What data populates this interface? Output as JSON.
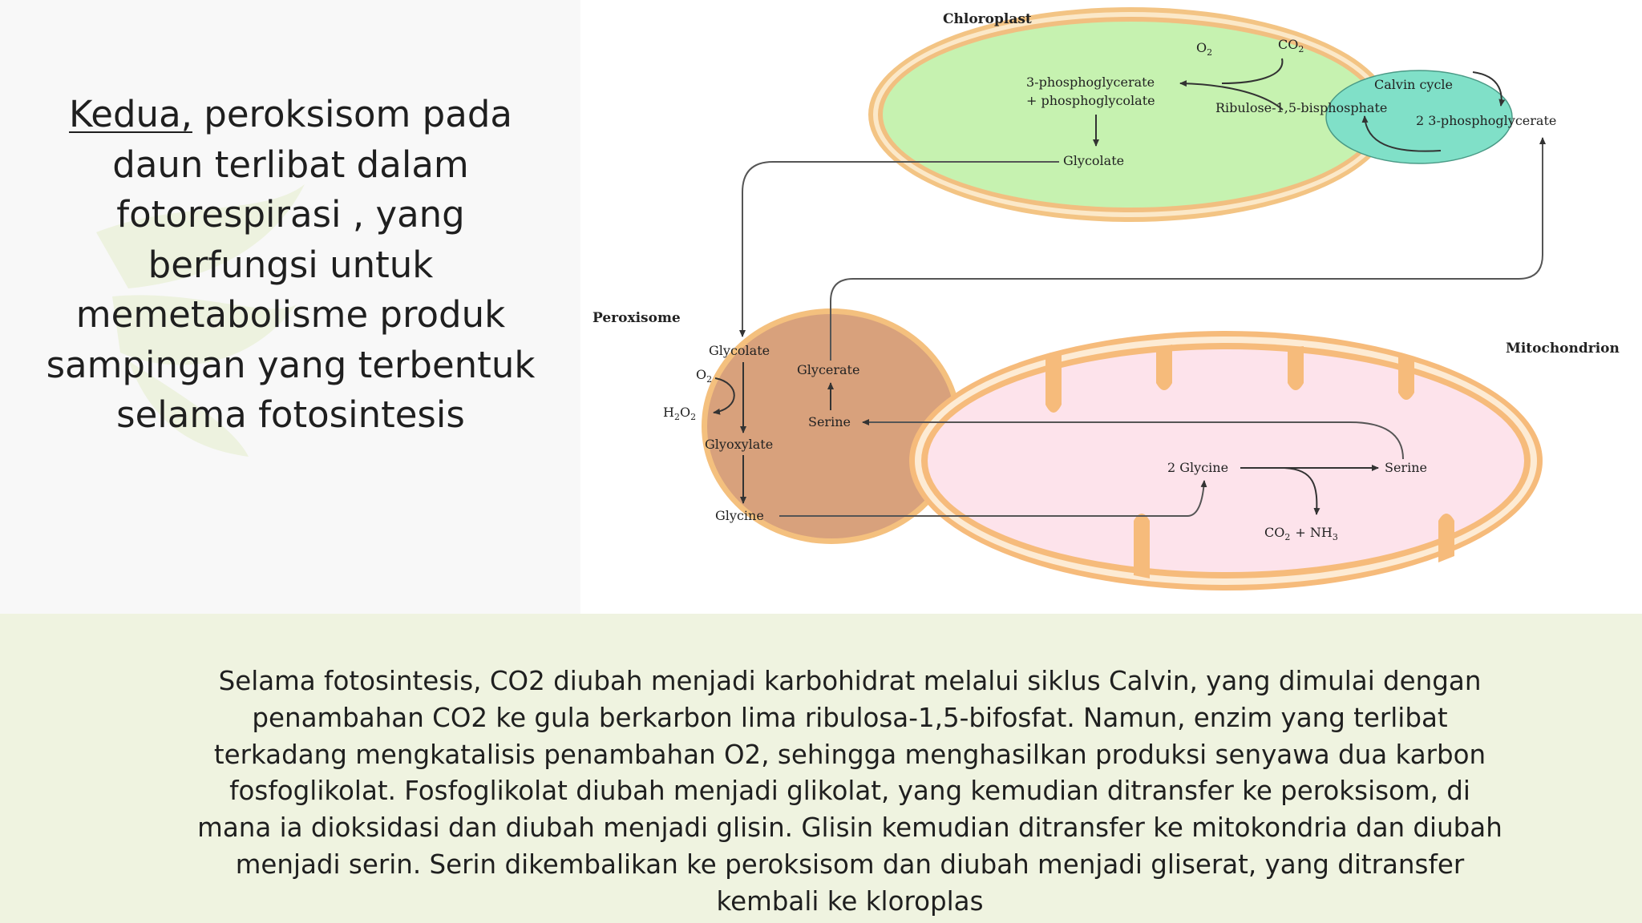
{
  "slide": {
    "title_lead": "Kedua,",
    "title_rest": " peroksisom pada daun terlibat dalam fotorespirasi , yang berfungsi untuk memetabolisme produk sampingan yang terbentuk selama fotosintesis",
    "explanation": "Selama fotosintesis, CO2 diubah menjadi karbohidrat melalui siklus Calvin, yang dimulai dengan penambahan CO2 ke gula berkarbon lima ribulosa-1,5-bifosfat. Namun, enzim yang terlibat terkadang mengkatalisis penambahan O2, sehingga menghasilkan produksi senyawa dua karbon fosfoglikolat. Fosfoglikolat diubah menjadi glikolat, yang kemudian ditransfer ke peroksisom, di mana ia dioksidasi dan diubah menjadi glisin. Glisin kemudian ditransfer ke mitokondria dan diubah menjadi serin. Serin dikembalikan ke peroksisom dan diubah menjadi gliserat, yang ditransfer kembali ke kloroplas"
  },
  "diagram": {
    "chloroplast": {
      "label": "Chloroplast",
      "o2": "O",
      "o2_sub": "2",
      "co2": "CO",
      "co2_sub": "2",
      "pg_line1": "3-phosphoglycerate",
      "pg_line2": "+ phosphoglycolate",
      "rubp": "Ribulose-1,5-bisphosphate",
      "calvin": "Calvin cycle",
      "pg2": "2 3-phosphoglycerate",
      "glycolate": "Glycolate"
    },
    "peroxisome": {
      "label": "Peroxisome",
      "glycolate": "Glycolate",
      "o2": "O",
      "o2_sub": "2",
      "h2o2_a": "H",
      "h2o2_sub1": "2",
      "h2o2_b": "O",
      "h2o2_sub2": "2",
      "glyoxylate": "Glyoxylate",
      "glycine": "Glycine",
      "glycerate": "Glycerate",
      "serine": "Serine"
    },
    "mitochondrion": {
      "label": "Mitochondrion",
      "glycine2": "2 Glycine",
      "serine": "Serine",
      "co2": "CO",
      "co2_sub": "2",
      "plus": "+ NH",
      "nh3_sub": "3"
    }
  },
  "colors": {
    "chloroplast_fill": "#c4f2ae",
    "chloroplast_border": "#f4c07a",
    "calvin_fill": "#7fe0c6",
    "peroxisome_fill": "#d9a37d",
    "mitochondrion_fill": "#fce3ec",
    "mitochondrion_border": "#f7bd7c",
    "bottom_band": "#eff3e0"
  }
}
